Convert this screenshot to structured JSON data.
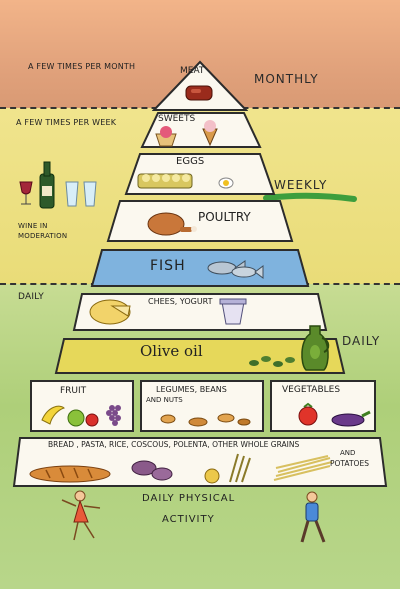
{
  "frequency": {
    "monthly_note": "A FEW TIMES PER MONTH",
    "monthly_label": "MONTHLY",
    "weekly_note": "A FEW TIMES PER WEEK",
    "weekly_label": "WEEKLY",
    "daily_note": "DAILY",
    "daily_label": "DAILY"
  },
  "tiers": {
    "meat": "MEAT",
    "sweets": "SWEETS",
    "eggs": "EGGS",
    "poultry": "POULTRY",
    "fish": "FISH",
    "cheese": "CHEES, YOGURT",
    "olive_oil": "Olive oil",
    "fruit": "FRUIT",
    "legumes_line1": "LEGUMES, BEANS",
    "legumes_line2": "AND NUTS",
    "vegetables": "VEGETABLES",
    "grains_line1": "BREAD , PASTA, RICE, COSCOUS, POLENTA, OTHER WHOLE GRAINS",
    "grains_line2": "AND",
    "grains_line3": "POTATOES"
  },
  "wine_note_line1": "WINE IN",
  "wine_note_line2": "MODERATION",
  "activity_line1": "DAILY PHYSICAL",
  "activity_line2": "ACTIVITY",
  "colors": {
    "monthly_band": "#dfa07a",
    "weekly_band": "#e9dc78",
    "daily_band": "#aecf79",
    "tier_fill": "#fbf8ef",
    "fish_fill": "#7fb3de",
    "olive_oil_fill": "#e6d85a"
  }
}
